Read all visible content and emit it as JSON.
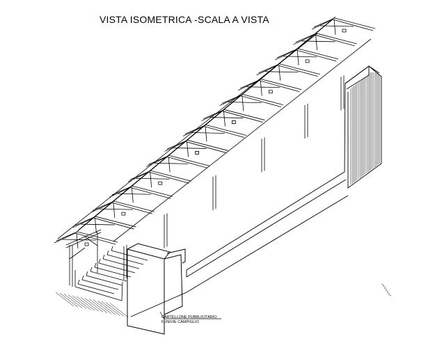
{
  "title": "VISTA ISOMETRICA  -SCALA A VISTA",
  "callout": {
    "line1": "CARTELLONE PUBBLICITARIO",
    "line2": "FUNIVIE CAMPIGLIO"
  },
  "colors": {
    "ink": "#000000",
    "paper": "#ffffff"
  }
}
